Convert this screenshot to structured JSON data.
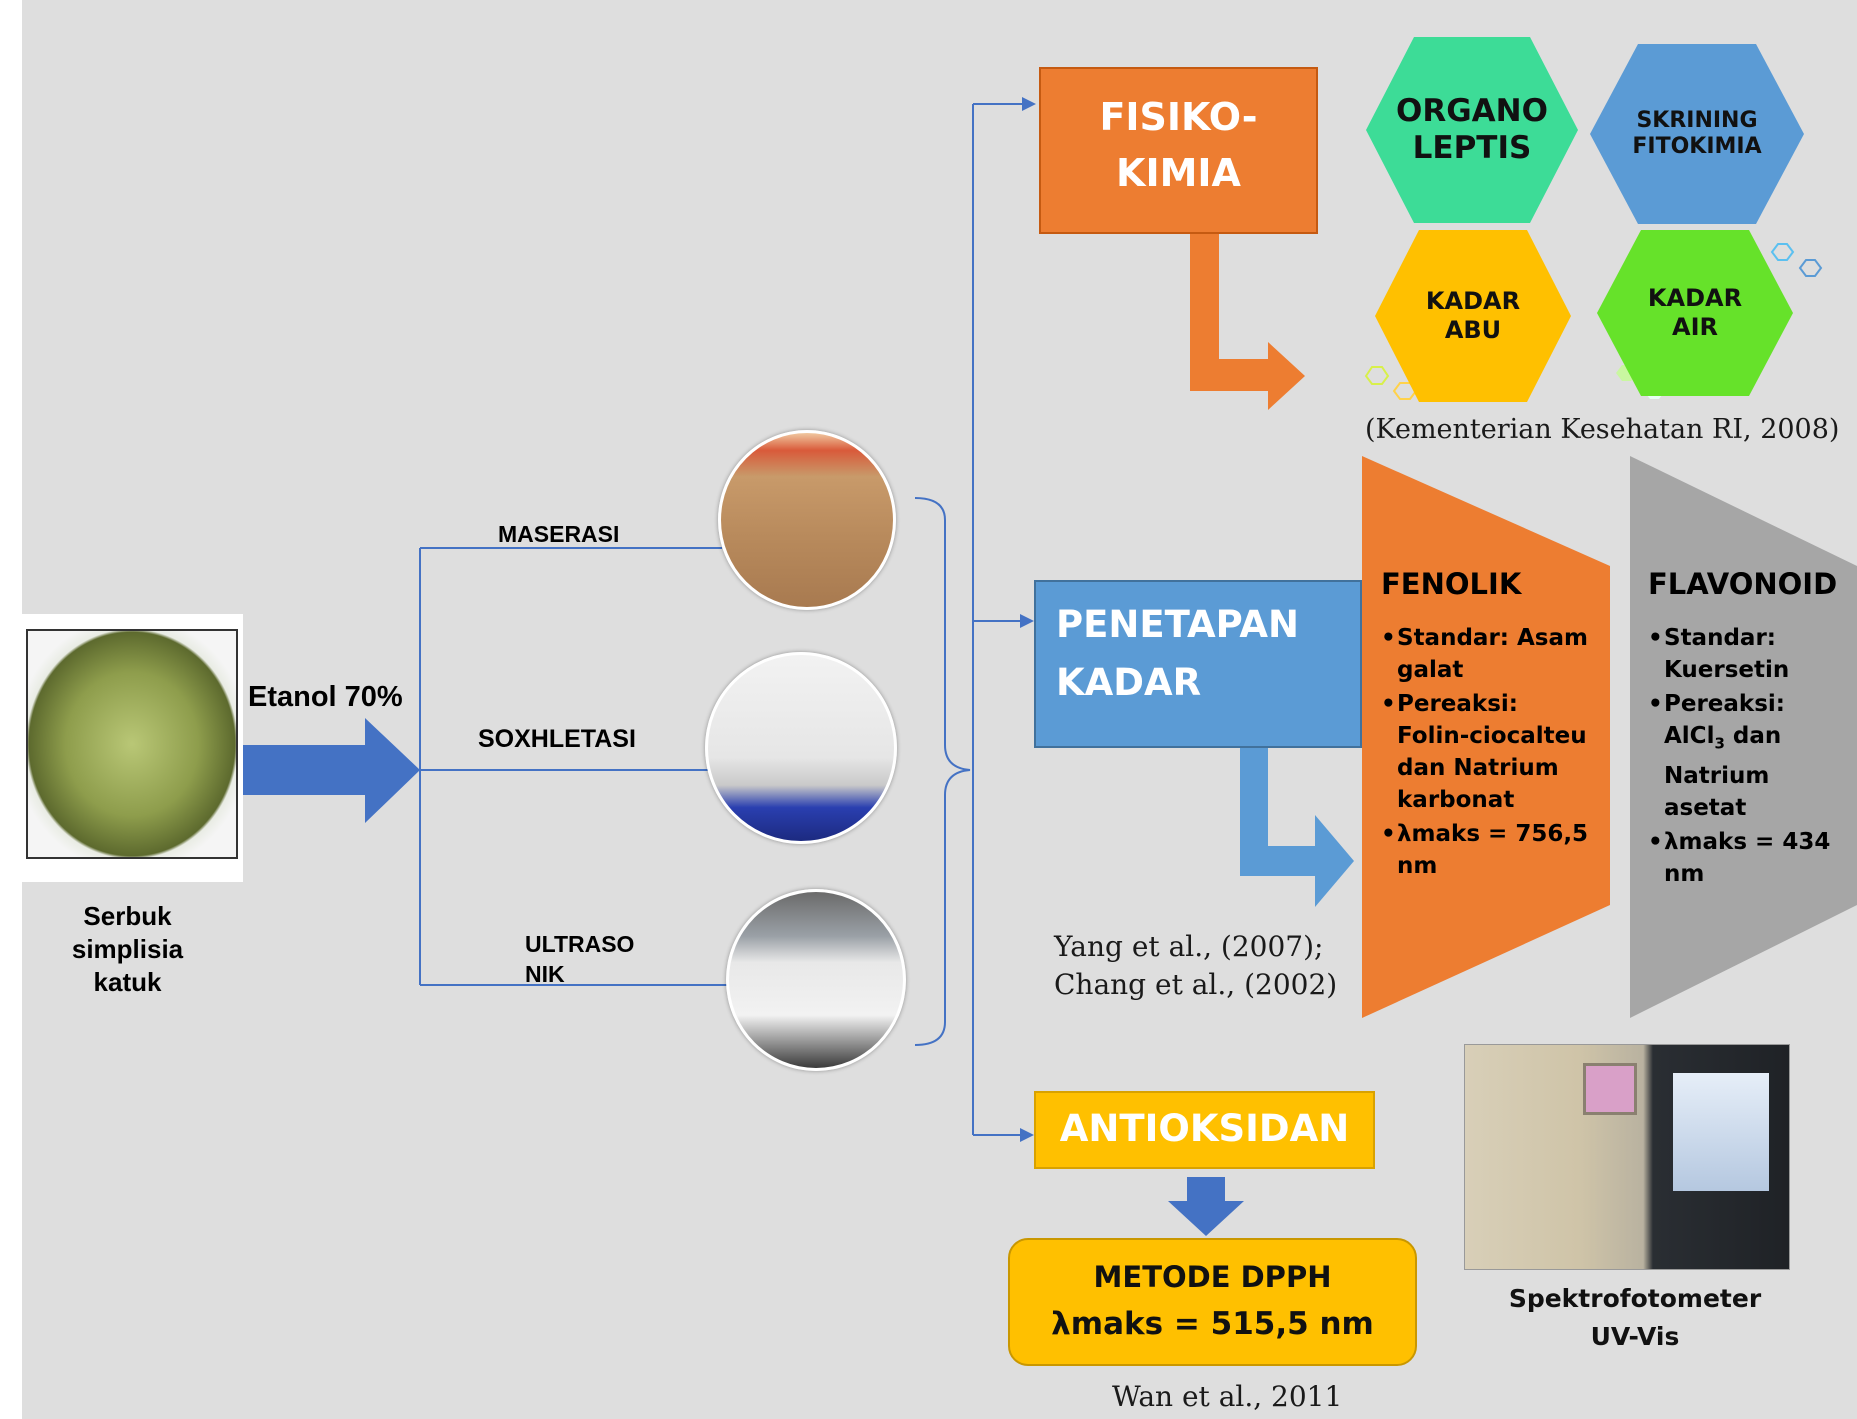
{
  "left": {
    "solvent_label": "Etanol 70%",
    "caption": "Serbuk\nsimplisia\nkatuk"
  },
  "methods": [
    {
      "label": "MASERASI"
    },
    {
      "label": "SOXHLETASI"
    },
    {
      "label": "ULTRASO\nNIK"
    }
  ],
  "fisikokimia": {
    "title": "FISIKO-\nKIMIA",
    "hexes": [
      {
        "label": "ORGANO\nLEPTIS",
        "color": "#3ddc97"
      },
      {
        "label": "SKRINING\nFITOKIMIA",
        "color": "#5b9bd5"
      },
      {
        "label": "KADAR\nABU",
        "color": "#ffc000"
      },
      {
        "label": "KADAR\nAIR",
        "color": "#66e22a"
      }
    ],
    "reference": "(Kementerian Kesehatan RI, 2008)"
  },
  "penetapan": {
    "title": "PENETAPAN\nKADAR",
    "fenolik": {
      "title": "FENOLIK",
      "items": [
        "Standar: Asam galat",
        "Pereaksi: Folin-ciocalteu dan Natrium karbonat",
        "λmaks = 756,5 nm"
      ]
    },
    "flavonoid": {
      "title": "FLAVONOID",
      "items": [
        "Standar: Kuersetin",
        "Pereaksi: AlCl3 dan Natrium asetat",
        "λmaks = 434 nm"
      ]
    },
    "reference": "Yang et al., (2007);\nChang et al., (2002)"
  },
  "antioksidan": {
    "title": "ANTIOKSIDAN",
    "method_line1": "METODE DPPH",
    "method_line2": "λmaks = 515,5 nm",
    "reference": "Wan et al., 2011"
  },
  "instrument": {
    "caption": "Spektrofotometer\nUV-Vis"
  },
  "colors": {
    "orange": "#ed7d31",
    "blue": "#5b9bd5",
    "gold": "#ffc000",
    "gray": "#a6a6a6",
    "arrow_blue": "#4472c4",
    "line_blue": "#4472c4"
  }
}
